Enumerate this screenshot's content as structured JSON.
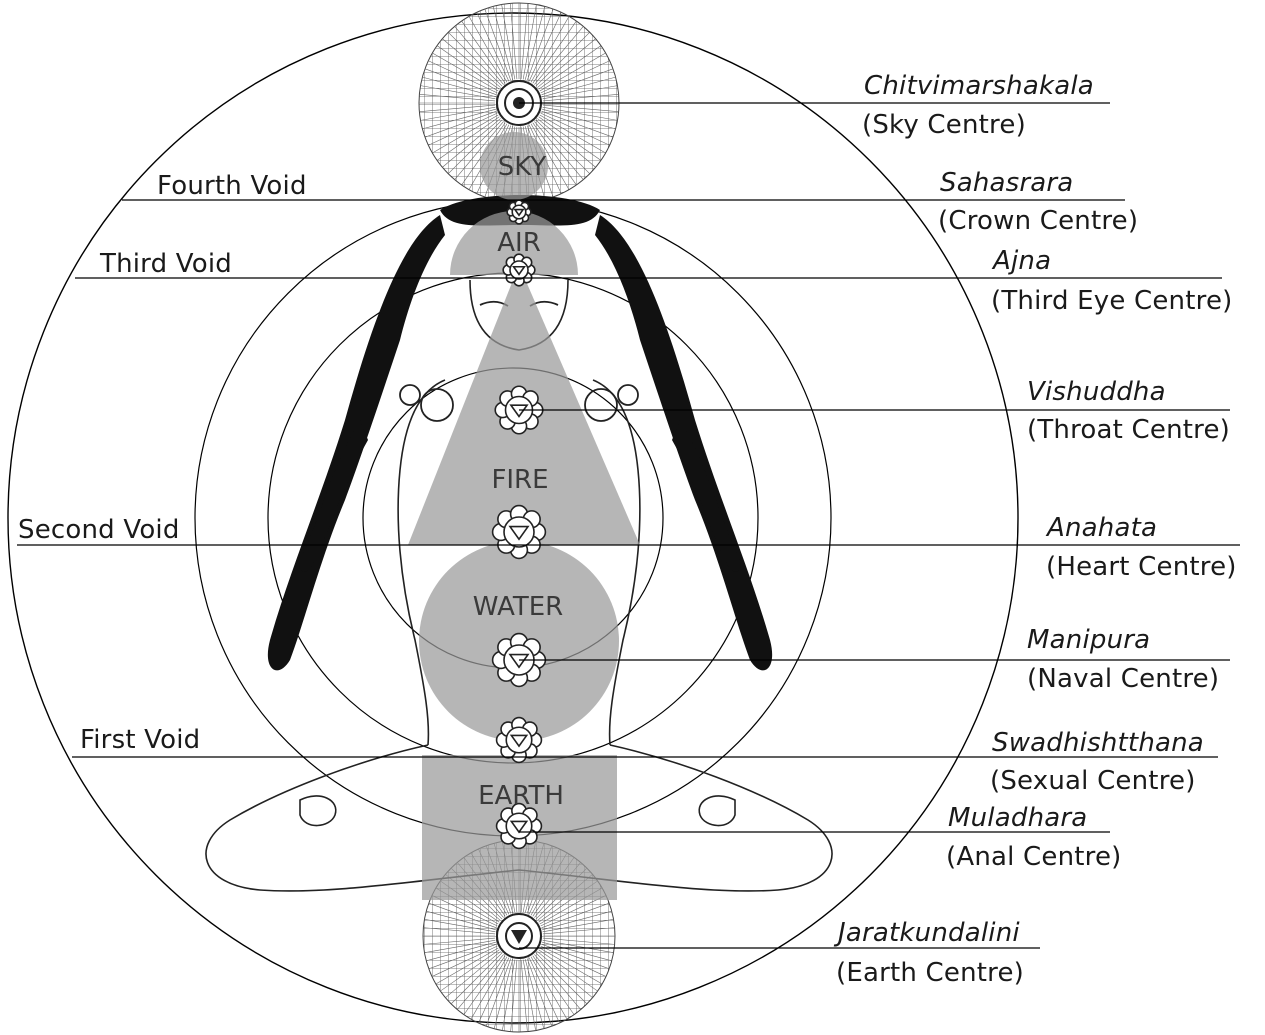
{
  "voids": [
    {
      "label": "Fourth Void"
    },
    {
      "label": "Third Void"
    },
    {
      "label": "Second Void"
    },
    {
      "label": "First Void"
    }
  ],
  "chakras": [
    {
      "name": "Chitvimarshakala",
      "centre": "(Sky Centre)"
    },
    {
      "name": "Sahasrara",
      "centre": "(Crown Centre)"
    },
    {
      "name": "Ajna",
      "centre": "(Third Eye Centre)"
    },
    {
      "name": "Vishuddha",
      "centre": "(Throat Centre)"
    },
    {
      "name": "Anahata",
      "centre": "(Heart Centre)"
    },
    {
      "name": "Manipura",
      "centre": "(Naval Centre)"
    },
    {
      "name": "Swadhishtthana",
      "centre": "(Sexual Centre)"
    },
    {
      "name": "Muladhara",
      "centre": "(Anal Centre)"
    },
    {
      "name": "Jaratkundalini",
      "centre": "(Earth Centre)"
    }
  ],
  "elements": {
    "sky": "SKY",
    "air": "AIR",
    "fire": "FIRE",
    "water": "WATER",
    "earth": "EARTH"
  },
  "colors": {
    "line": "#000000",
    "element_fill": "#9a9a9a",
    "figure": "#111111",
    "mandala": "#444444"
  }
}
